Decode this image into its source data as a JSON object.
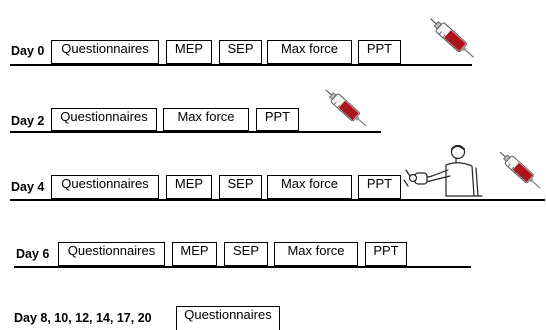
{
  "days": [
    {
      "label": "Day 0",
      "tests": [
        "Questionnaires",
        "MEP",
        "SEP",
        "Max force",
        "PPT"
      ],
      "blood_sample": true,
      "exercise_figure": false
    },
    {
      "label": "Day 2",
      "tests": [
        "Questionnaires",
        "Max force",
        "PPT"
      ],
      "blood_sample": true,
      "exercise_figure": false
    },
    {
      "label": "Day 4",
      "tests": [
        "Questionnaires",
        "MEP",
        "SEP",
        "Max force",
        "PPT"
      ],
      "blood_sample": true,
      "exercise_figure": true
    },
    {
      "label": "Day 6",
      "tests": [
        "Questionnaires",
        "MEP",
        "SEP",
        "Max force",
        "PPT"
      ],
      "blood_sample": false,
      "exercise_figure": false
    },
    {
      "label": "Day 8, 10, 12, 14, 17, 20",
      "tests": [
        "Questionnaires"
      ],
      "blood_sample": false,
      "exercise_figure": false
    }
  ],
  "icons": {
    "syringe": "syringe-icon",
    "exercise": "exercise-person-icon"
  },
  "colors": {
    "blood": "#b0121b",
    "line": "#000000"
  }
}
